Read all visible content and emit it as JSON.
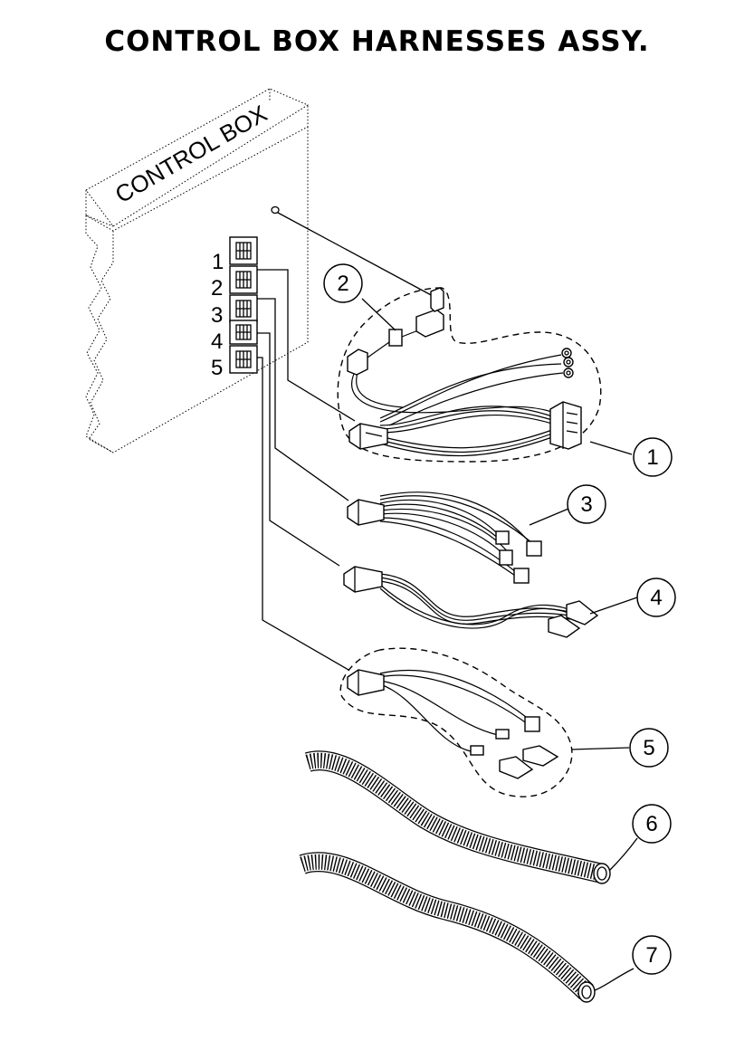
{
  "title": "CONTROL BOX HARNESSES ASSY.",
  "box_label": "CONTROL BOX",
  "port_numbers": [
    "1",
    "2",
    "3",
    "4",
    "5"
  ],
  "callouts": [
    "1",
    "2",
    "3",
    "4",
    "5",
    "6",
    "7"
  ]
}
